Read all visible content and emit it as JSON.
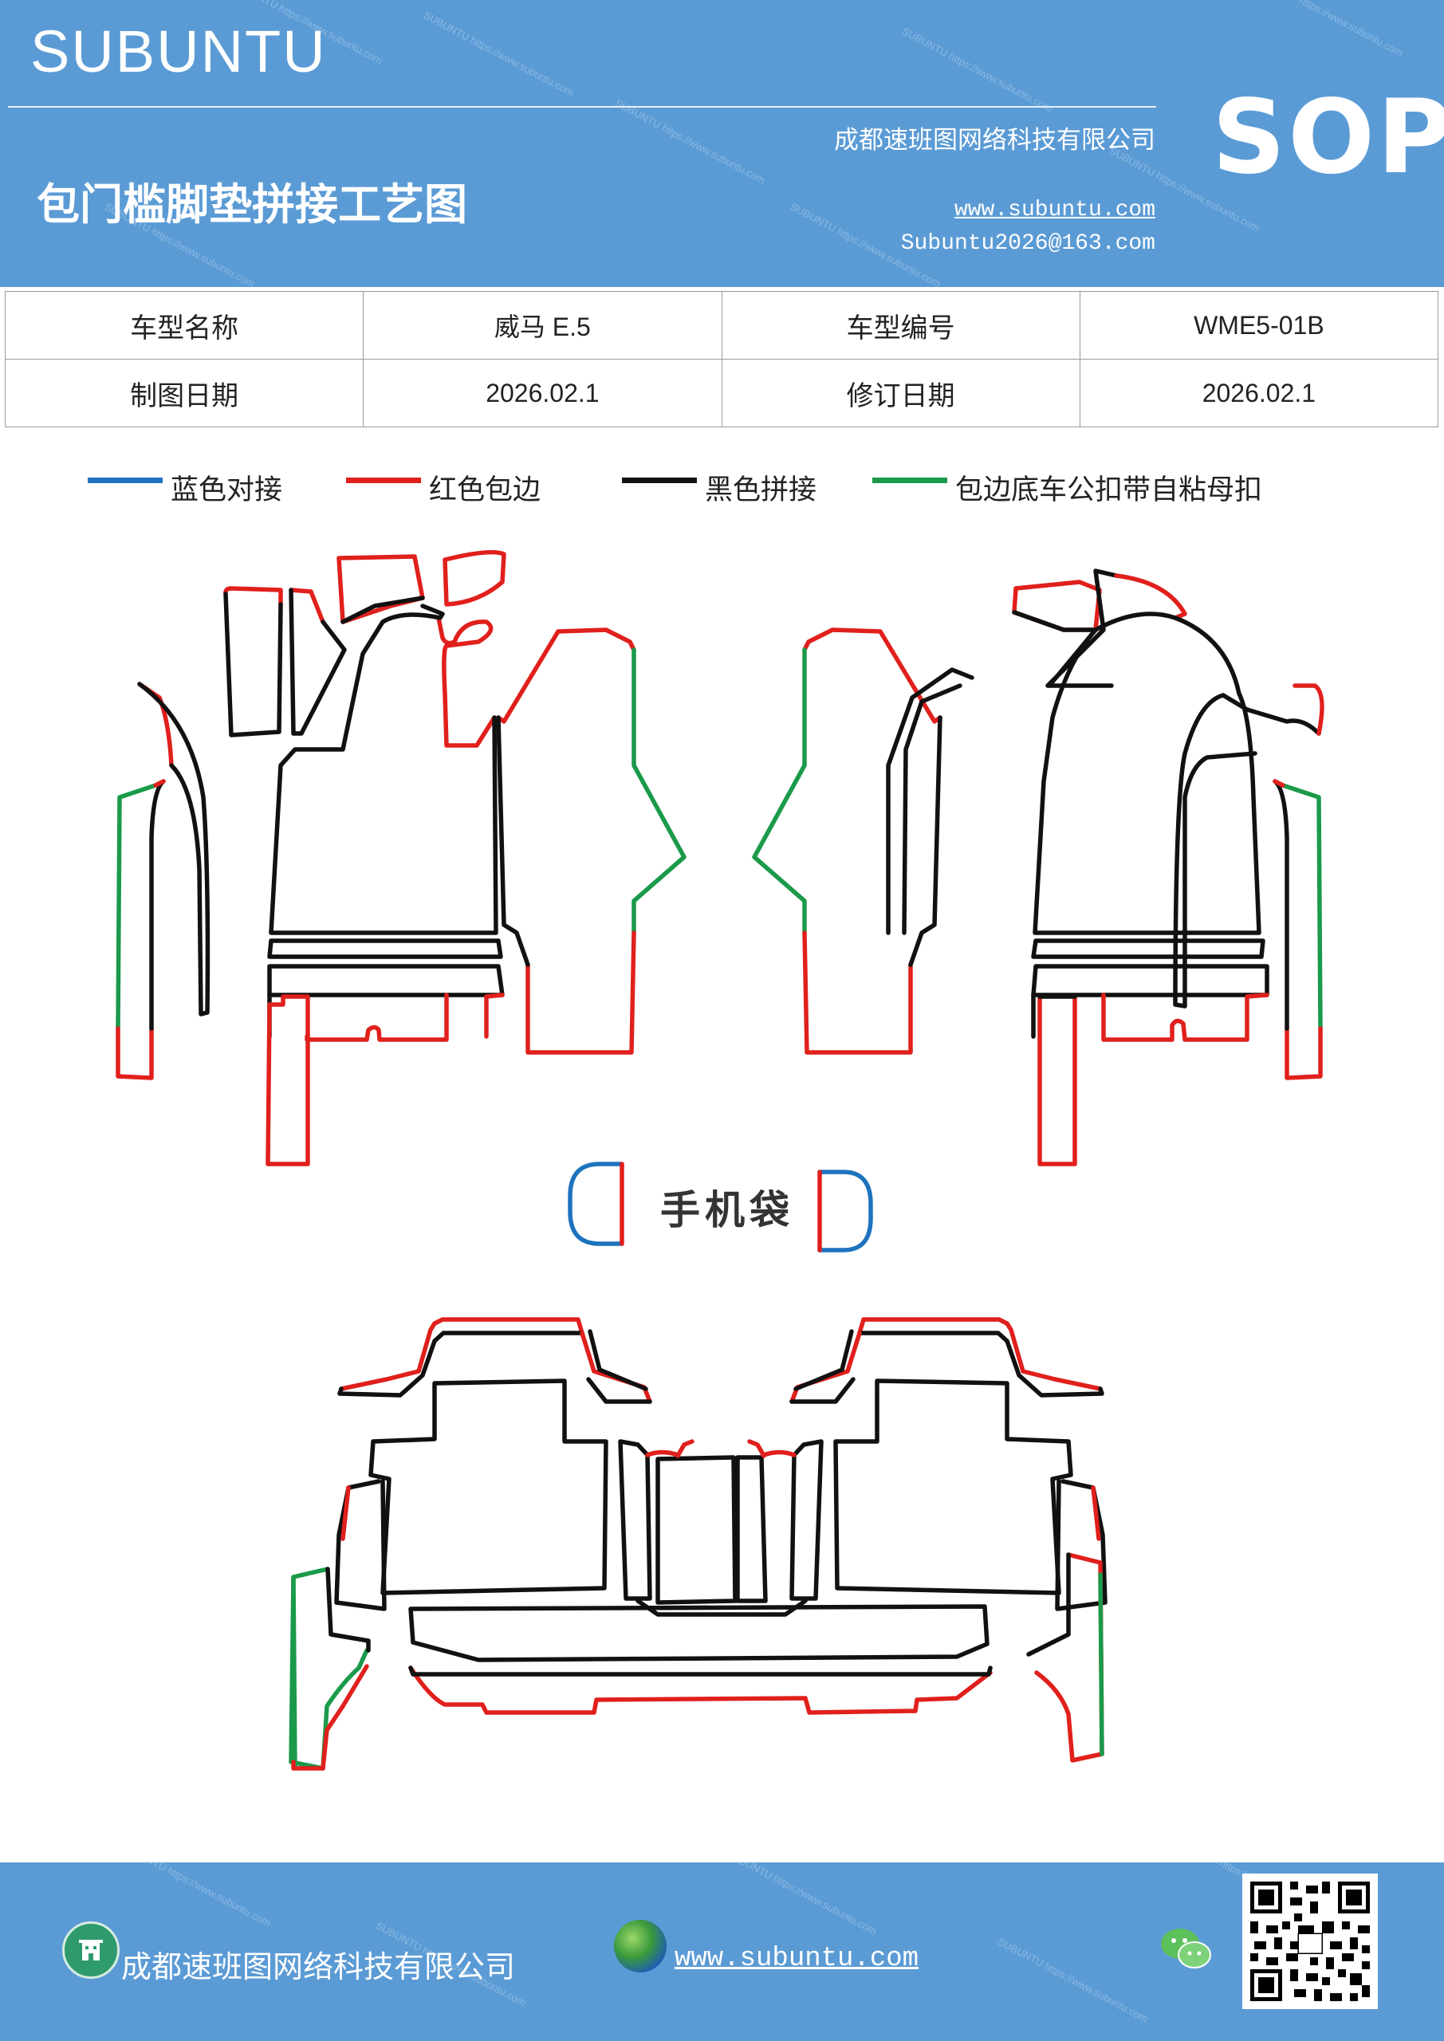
{
  "header": {
    "brand": "SUBUNTU",
    "sop": "SOP",
    "company": "成都速班图网络科技有限公司",
    "title": "包门槛脚垫拼接工艺图",
    "website": "www.subuntu.com",
    "email": "Subuntu2026@163.com"
  },
  "info_table": {
    "rows": [
      {
        "label1": "车型名称",
        "value1": "威马 E.5",
        "label2": "车型编号",
        "value2": "WME5-01B"
      },
      {
        "label1": "制图日期",
        "value1": "2026.02.1",
        "label2": "修订日期",
        "value2": "2026.02.1"
      }
    ]
  },
  "legend": [
    {
      "label": "蓝色对接",
      "color": "#1e73be"
    },
    {
      "label": "红色包边",
      "color": "#e0201c"
    },
    {
      "label": "黑色拼接",
      "color": "#111111"
    },
    {
      "label": "包边底车公扣带自粘母扣",
      "color": "#1a9a4a"
    }
  ],
  "phone_bag_label": "手机袋",
  "footer": {
    "company": "成都速班图网络科技有限公司",
    "website": "www.subuntu.com "
  },
  "colors": {
    "header_bg": "#5b9bd5",
    "blue": "#1e73be",
    "red": "#e0201c",
    "black": "#111111",
    "green": "#1a9a4a"
  },
  "icons": [
    "building-icon",
    "globe-icon",
    "wechat-icon",
    "qr-code"
  ]
}
